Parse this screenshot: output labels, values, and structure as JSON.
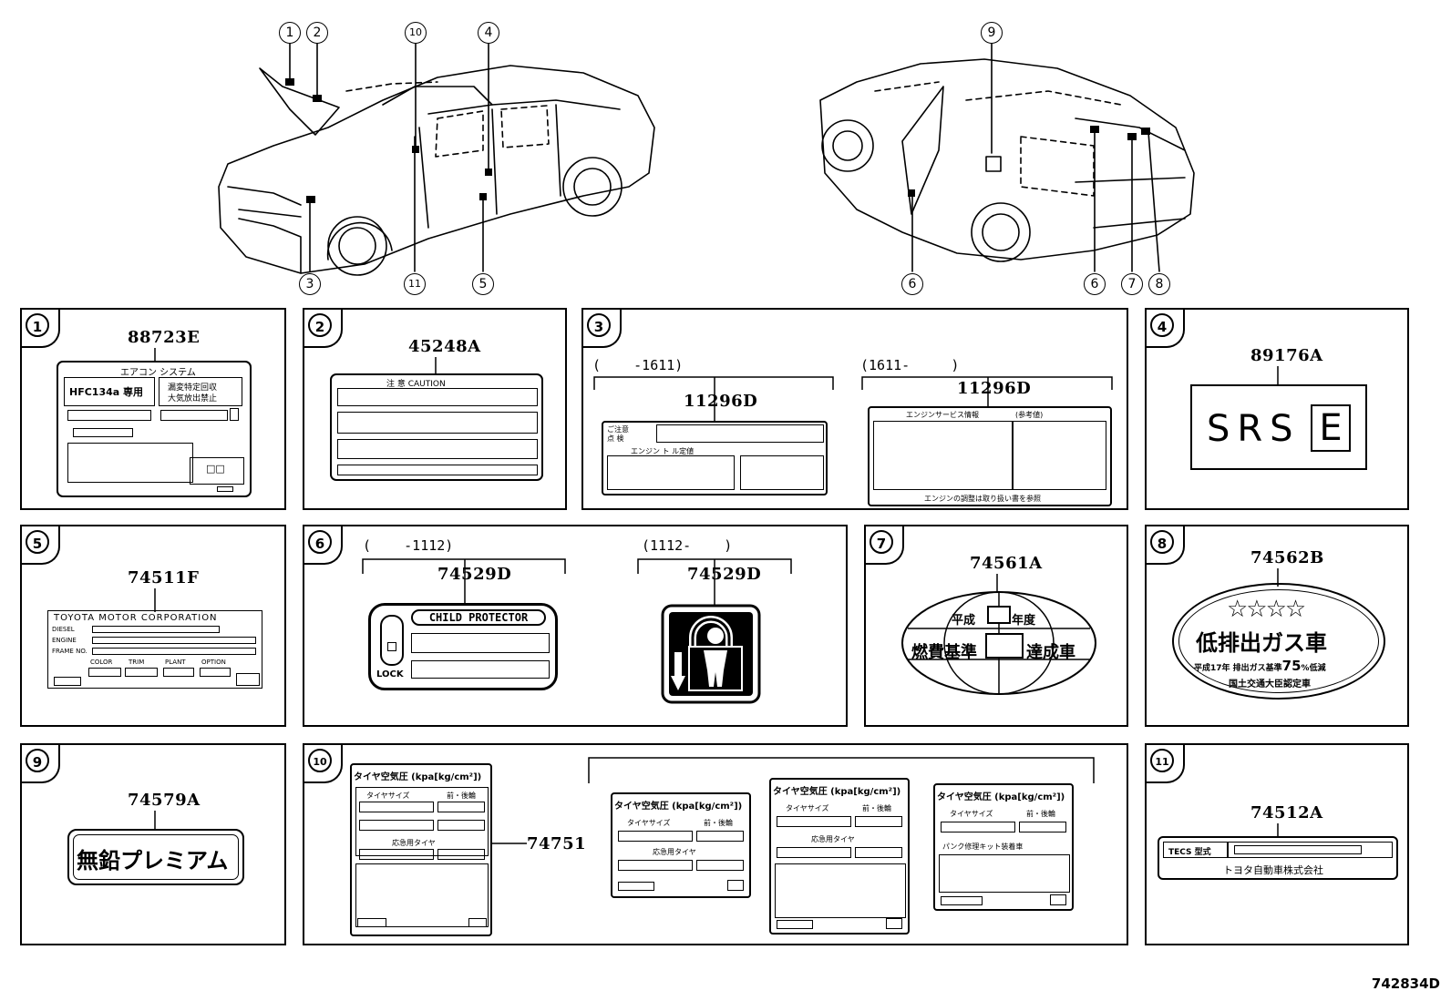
{
  "diagram_id": "742834D",
  "callouts_front": [
    "1",
    "2",
    "10",
    "4",
    "3",
    "11",
    "5"
  ],
  "callouts_rear": [
    "9",
    "6",
    "6",
    "7",
    "8"
  ],
  "panels": {
    "p1": {
      "num": "1",
      "part": "88723E",
      "title": "エアコン システム",
      "refrig": "HFC134a 専用",
      "warn1": "漏変特定回収",
      "warn2": "大気放出禁止",
      "box": "□□"
    },
    "p2": {
      "num": "2",
      "part": "45248A",
      "header": "注 意  CAUTION"
    },
    "p3": {
      "num": "3",
      "range_a": "(    -1611)",
      "range_b": "(1611-     )",
      "part_a": "11296D",
      "part_b": "11296D",
      "a_row1": "ご注意",
      "a_row2": "点 検",
      "a_eng": "エンジン  ト ル定値",
      "b_title": "エンジンサービス情報",
      "b_sub": "(参考値)",
      "b_foot": "エンジンの調整は取り扱い書を参照"
    },
    "p4": {
      "num": "4",
      "part": "89176A",
      "srs": "SRS",
      "e": "E"
    },
    "p5": {
      "num": "5",
      "part": "74511F",
      "corp": "TOYOTA MOTOR CORPORATION",
      "f1": "DIESEL",
      "f2": "ENGINE",
      "f3": "FRAME NO.",
      "c1": "COLOR",
      "c2": "TRIM",
      "c3": "PLANT",
      "c4": "OPTION"
    },
    "p6": {
      "num": "6",
      "range_a": "(    -1112)",
      "range_b": "(1112-    )",
      "part_a": "74529D",
      "part_b": "74529D",
      "child": "CHILD PROTECTOR",
      "lock": "LOCK"
    },
    "p7": {
      "num": "7",
      "part": "74561A",
      "heisei": "平成",
      "nendo": "年度",
      "kijun": "燃費基準",
      "tassei": "達成車"
    },
    "p8": {
      "num": "8",
      "part": "74562B",
      "stars": "☆☆☆☆",
      "main": "低排出ガス車",
      "line1a": "平成17年 排出ガス基準",
      "pct": "75",
      "line1b": "%低減",
      "line2": "国土交通大臣認定車"
    },
    "p9": {
      "num": "9",
      "part": "74579A",
      "text": "無鉛プレミアム"
    },
    "p10": {
      "num": "10",
      "part": "74751",
      "t_title": "タイヤ空気圧 (kpa[kg/cm²])",
      "t_size": "タイヤサイズ",
      "t_axle": "前・後輪",
      "t_spare": "応急用タイヤ",
      "t_kit": "パンク修理キット装着車"
    },
    "p11": {
      "num": "11",
      "part": "74512A",
      "tecs": "TECS 型式",
      "maker": "トヨタ自動車株式会社"
    }
  }
}
